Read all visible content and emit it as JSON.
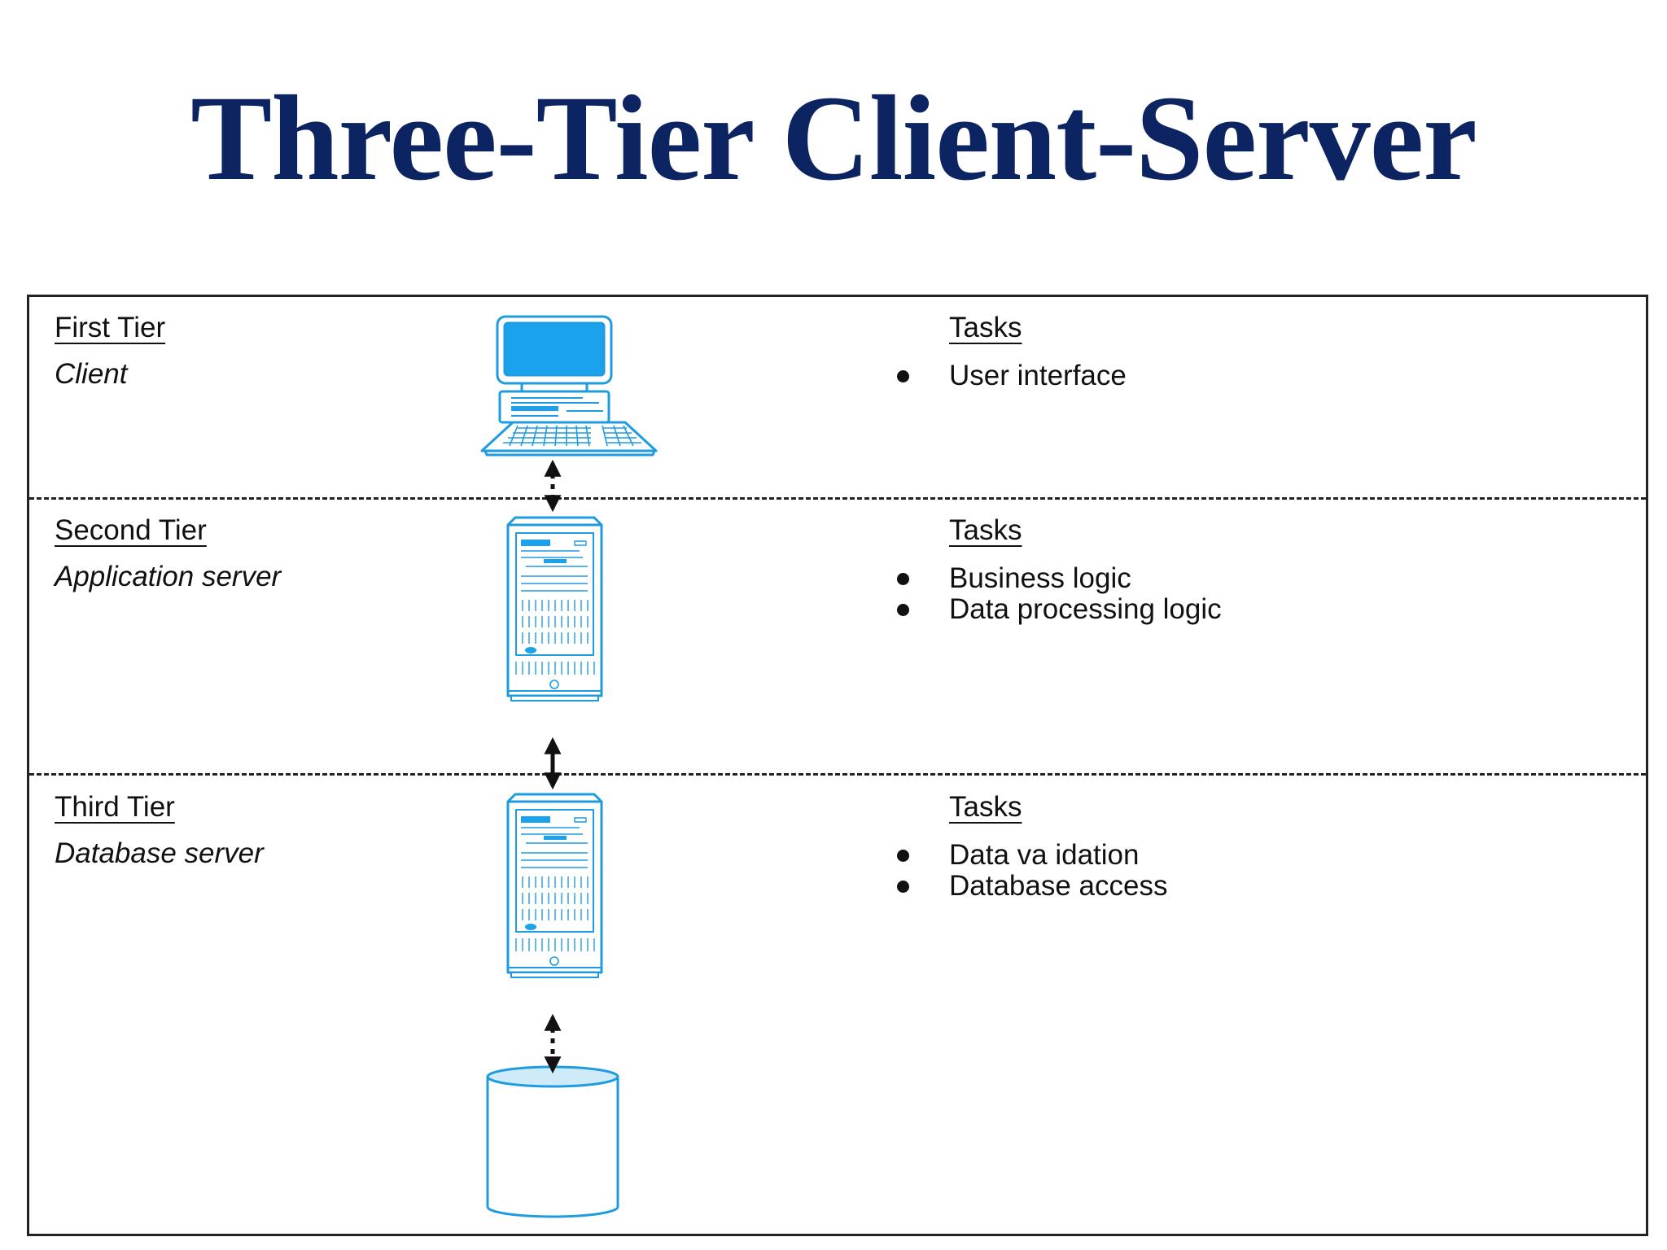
{
  "title": "Three-Tier Client-Server",
  "colors": {
    "title": "#0d2463",
    "device_stroke": "#1f9be0",
    "device_fill": "#ffffff",
    "screen_fill": "#1aa3ec",
    "database_top": "#cfeaf9",
    "line": "#111111"
  },
  "tiers": [
    {
      "label": "First Tier",
      "role": "Client",
      "device": "desktop-computer-icon",
      "tasks_heading": "Tasks",
      "tasks": [
        "User interface"
      ]
    },
    {
      "label": "Second Tier",
      "role": "Application server",
      "device": "server-tower-icon",
      "tasks_heading": "Tasks",
      "tasks": [
        "Business logic",
        "Data processing logic"
      ]
    },
    {
      "label": "Third Tier",
      "role": "Database server",
      "device": "server-tower-icon",
      "tasks_heading": "Tasks",
      "tasks": [
        "Data va idation",
        "Database access"
      ]
    }
  ],
  "database": {
    "icon": "database-cylinder-icon"
  },
  "connections": [
    {
      "from": "client",
      "to": "application-server",
      "style": "dotted"
    },
    {
      "from": "application-server",
      "to": "database-server",
      "style": "solid"
    },
    {
      "from": "database-server",
      "to": "database",
      "style": "dotted"
    }
  ]
}
